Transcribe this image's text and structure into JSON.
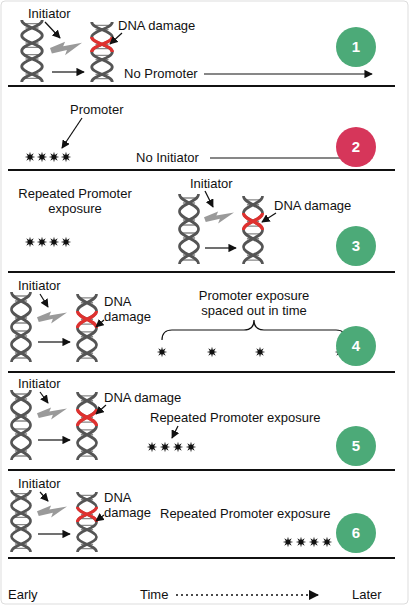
{
  "diagram": {
    "nodes": [
      {
        "text": [
          "1"
        ]
      },
      {
        "text": [
          "2"
        ]
      },
      {
        "text": [
          "3"
        ]
      },
      {
        "text": [
          "4"
        ]
      },
      {
        "text": [
          "5"
        ]
      },
      {
        "text": [
          "6"
        ]
      }
    ],
    "labels": [
      "Initiator",
      "DNA damage",
      "No Promoter",
      "Promoter",
      "No Initiator",
      "Repeated Promoter exposure",
      "Initiator",
      "DNA damage",
      "Initiator",
      "DNA damage",
      "Promoter exposure spaced out in time",
      "Initiator",
      "DNA damage",
      "Repeated Promoter exposure",
      "Initiator",
      "DNA damage",
      "Repeated Promoter exposure",
      "Early",
      "Time",
      "Later"
    ]
  }
}
